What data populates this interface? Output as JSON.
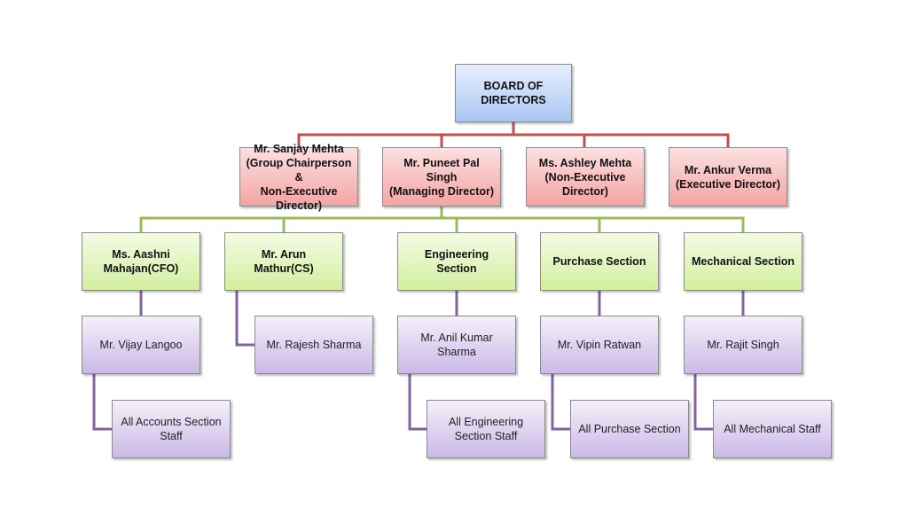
{
  "title": "Organization Chart",
  "colors": {
    "board_connector": "#c0504d",
    "director_connector": "#9bbb59",
    "staff_connector": "#8064a2"
  },
  "board": {
    "label": "BOARD OF\nDIRECTORS"
  },
  "directors": [
    {
      "label": "Mr. Sanjay Mehta\n(Group Chairperson &\nNon-Executive\nDirector)"
    },
    {
      "label": "Mr. Puneet Pal Singh\n(Managing Director)"
    },
    {
      "label": "Ms. Ashley Mehta\n(Non-Executive\nDirector)"
    },
    {
      "label": "Mr. Ankur Verma\n(Executive Director)"
    }
  ],
  "sections": [
    {
      "label": "Ms. Aashni\nMahajan(CFO)",
      "head": "Mr. Vijay Langoo",
      "staff": "All Accounts Section\nStaff"
    },
    {
      "label": "Mr. Arun Mathur(CS)",
      "head": "Mr. Rajesh Sharma",
      "staff": null
    },
    {
      "label": "Engineering Section",
      "head": "Mr. Anil Kumar\nSharma",
      "staff": "All Engineering\nSection Staff"
    },
    {
      "label": "Purchase Section",
      "head": "Mr. Vipin Ratwan",
      "staff": "All Purchase Section"
    },
    {
      "label": "Mechanical Section",
      "head": "Mr. Rajit Singh",
      "staff": "All Mechanical Staff"
    }
  ]
}
